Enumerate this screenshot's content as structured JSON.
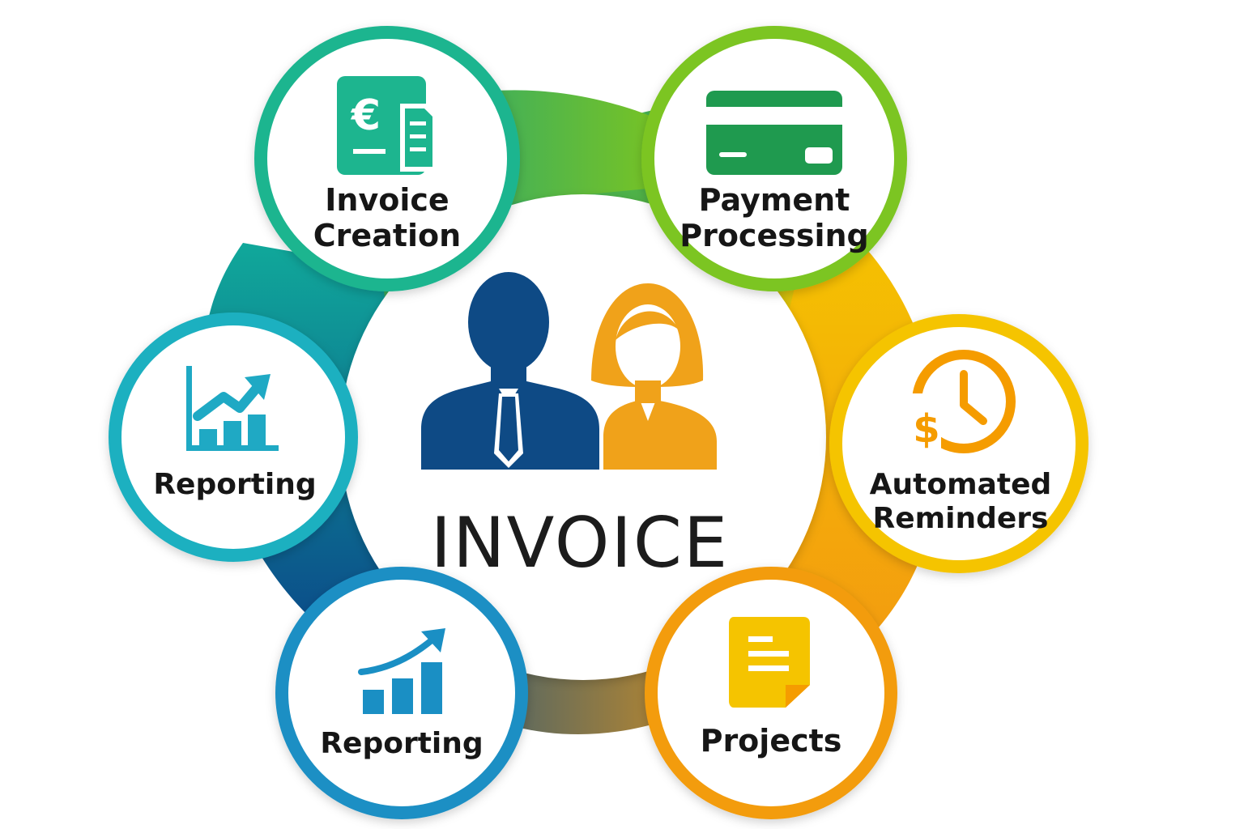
{
  "center": {
    "title": "INVOICE",
    "icon": "people-icon"
  },
  "nodes": [
    {
      "id": "invoice-creation",
      "lines": [
        "Invoice",
        "Creation"
      ],
      "icon": "euro-invoice-icon",
      "color": "#1db58f"
    },
    {
      "id": "payment-processing",
      "lines": [
        "Payment",
        "Processing"
      ],
      "icon": "credit-card-icon",
      "color": "#7cc520"
    },
    {
      "id": "automated-reminders",
      "lines": [
        "Automated",
        "Reminders"
      ],
      "icon": "clock-dollar-icon",
      "color": "#f5b800"
    },
    {
      "id": "projects",
      "lines": [
        "Projects"
      ],
      "icon": "document-icon",
      "color": "#f39c0c"
    },
    {
      "id": "reporting-bottom",
      "lines": [
        "Reporting"
      ],
      "icon": "growth-chart-icon",
      "color": "#1a8fc4"
    },
    {
      "id": "reporting-left",
      "lines": [
        "Reporting"
      ],
      "icon": "bar-chart-icon",
      "color": "#1fb0c0"
    }
  ],
  "colors": {
    "man": "#0e4a85",
    "woman": "#f0a21a",
    "text": "#161616"
  }
}
